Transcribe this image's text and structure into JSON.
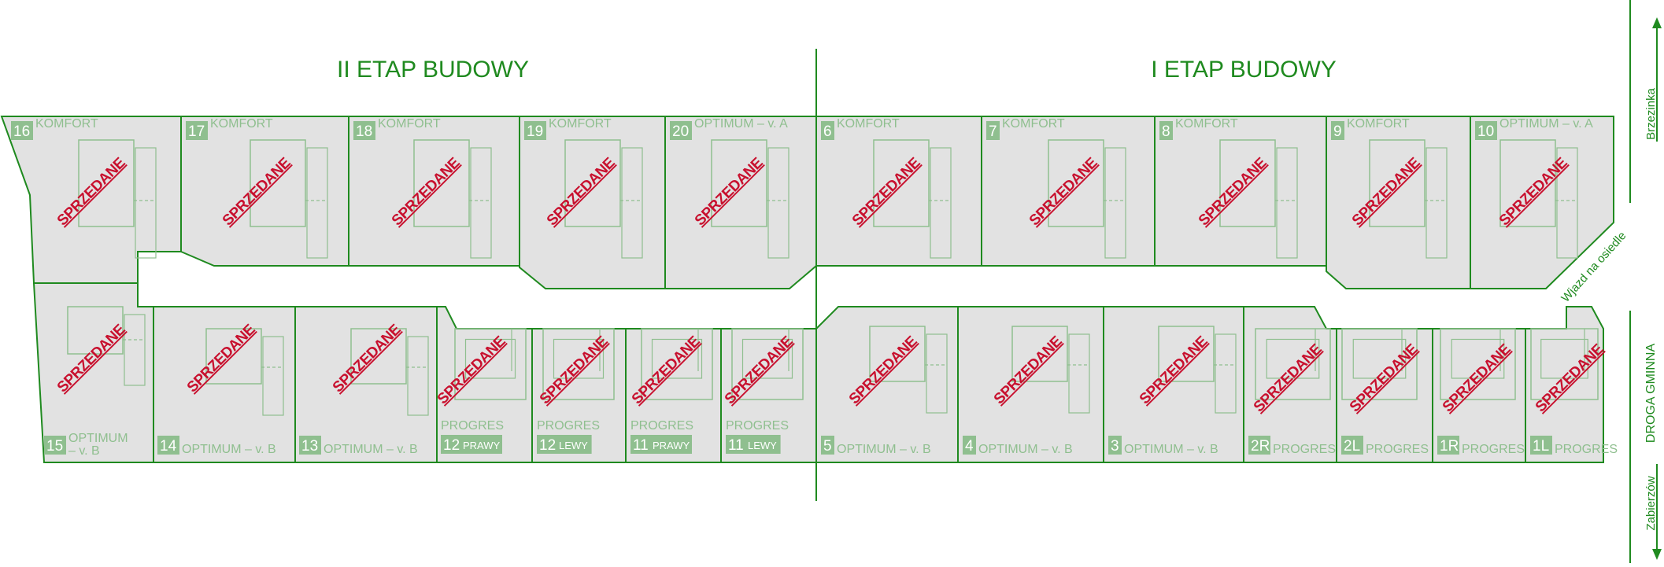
{
  "stages": [
    {
      "id": "stage-2",
      "label": "II ETAP BUDOWY"
    },
    {
      "id": "stage-1",
      "label": "I ETAP BUDOWY"
    }
  ],
  "roads": {
    "north": "Brzezinka",
    "south": "Zabierzów",
    "street": "DROGA GMINNA",
    "entrance": "Wjazd na osiedle"
  },
  "status_label": "SPRZEDANE",
  "lots": [
    {
      "id": "16",
      "number": "16",
      "sub": "",
      "type": "KOMFORT",
      "sold": true
    },
    {
      "id": "17",
      "number": "17",
      "sub": "",
      "type": "KOMFORT",
      "sold": true
    },
    {
      "id": "18",
      "number": "18",
      "sub": "",
      "type": "KOMFORT",
      "sold": true
    },
    {
      "id": "19",
      "number": "19",
      "sub": "",
      "type": "KOMFORT",
      "sold": true
    },
    {
      "id": "20",
      "number": "20",
      "sub": "",
      "type": "OPTIMUM – v. A",
      "sold": true
    },
    {
      "id": "6",
      "number": "6",
      "sub": "",
      "type": "KOMFORT",
      "sold": true
    },
    {
      "id": "7",
      "number": "7",
      "sub": "",
      "type": "KOMFORT",
      "sold": true
    },
    {
      "id": "8",
      "number": "8",
      "sub": "",
      "type": "KOMFORT",
      "sold": true
    },
    {
      "id": "9",
      "number": "9",
      "sub": "",
      "type": "KOMFORT",
      "sold": true
    },
    {
      "id": "10",
      "number": "10",
      "sub": "",
      "type": "OPTIMUM – v. A",
      "sold": true
    },
    {
      "id": "15",
      "number": "15",
      "sub": "",
      "type": "OPTIMUM",
      "type2": "– v. B",
      "sold": true
    },
    {
      "id": "14",
      "number": "14",
      "sub": "",
      "type": "OPTIMUM – v. B",
      "sold": true
    },
    {
      "id": "13",
      "number": "13",
      "sub": "",
      "type": "OPTIMUM – v. B",
      "sold": true
    },
    {
      "id": "12P",
      "number": "12",
      "sub": "PRAWY",
      "type": "PROGRES",
      "sold": true
    },
    {
      "id": "12L",
      "number": "12",
      "sub": "LEWY",
      "type": "PROGRES",
      "sold": true
    },
    {
      "id": "11P",
      "number": "11",
      "sub": "PRAWY",
      "type": "PROGRES",
      "sold": true
    },
    {
      "id": "11L",
      "number": "11",
      "sub": "LEWY",
      "type": "PROGRES",
      "sold": true
    },
    {
      "id": "5",
      "number": "5",
      "sub": "",
      "type": "OPTIMUM – v. B",
      "sold": true
    },
    {
      "id": "4",
      "number": "4",
      "sub": "",
      "type": "OPTIMUM – v. B",
      "sold": true
    },
    {
      "id": "3",
      "number": "3",
      "sub": "",
      "type": "OPTIMUM – v. B",
      "sold": true
    },
    {
      "id": "2R",
      "number": "2R",
      "sub": "",
      "type": "PROGRES",
      "sold": true
    },
    {
      "id": "2L",
      "number": "2L",
      "sub": "",
      "type": "PROGRES",
      "sold": true
    },
    {
      "id": "1R",
      "number": "1R",
      "sub": "",
      "type": "PROGRES",
      "sold": true
    },
    {
      "id": "1L",
      "number": "1L",
      "sub": "",
      "type": "PROGRES",
      "sold": true
    }
  ],
  "colors": {
    "boundary": "#1f8a1f",
    "lot_fill": "#e2e2e2",
    "building": "#8fbf8f",
    "badge": "#8fbf8f",
    "sold": "#c8102e"
  }
}
